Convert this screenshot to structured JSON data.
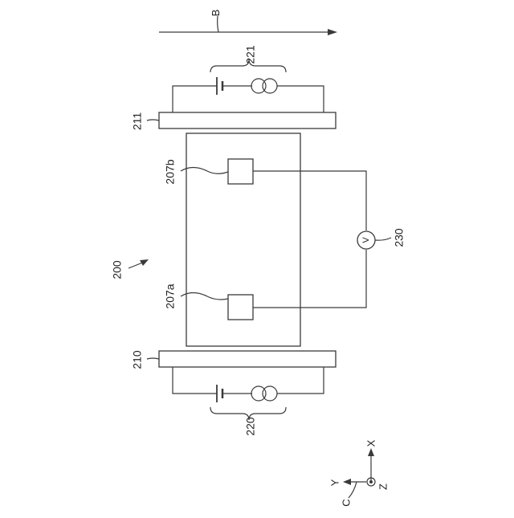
{
  "labels": {
    "figure_ref": "200",
    "direction_arrow": "B",
    "top_source": "221",
    "bottom_source": "220",
    "top_electrode": "211",
    "bottom_electrode": "210",
    "upper_terminal": "207b",
    "lower_terminal": "207a",
    "voltmeter": "230",
    "voltmeter_symbol": "V"
  },
  "axes": {
    "x": "X",
    "y": "Y",
    "z": "Z",
    "c": "C"
  },
  "colors": {
    "line": "#3a3a3a",
    "text": "#222222",
    "background": "#ffffff"
  }
}
